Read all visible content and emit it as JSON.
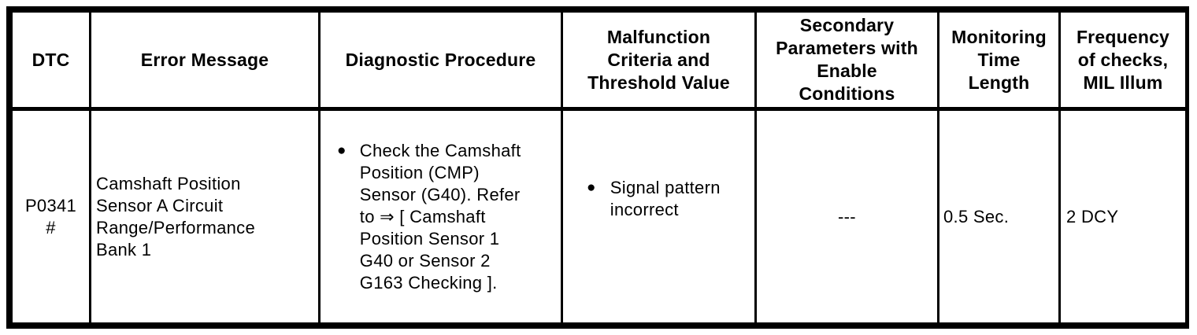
{
  "table": {
    "bullet_glyph": "●",
    "headers": [
      {
        "id": "dtc",
        "label": "DTC"
      },
      {
        "id": "error_message",
        "label": "Error Message"
      },
      {
        "id": "diagnostic_procedure",
        "label": "Diagnostic Procedure"
      },
      {
        "id": "malfunction_criteria",
        "label": "Malfunction\nCriteria and\nThreshold Value"
      },
      {
        "id": "secondary_parameters",
        "label": "Secondary\nParameters with\nEnable\nConditions"
      },
      {
        "id": "monitoring_time",
        "label": "Monitoring\nTime\nLength"
      },
      {
        "id": "frequency",
        "label": "Frequency\nof checks,\nMIL Illum"
      }
    ],
    "rows": [
      {
        "dtc": "P0341\n#",
        "error_message": "Camshaft Position\nSensor A Circuit\nRange/Performance\nBank 1",
        "diagnostic_procedure": "Check the Camshaft\nPosition (CMP)\nSensor (G40). Refer\nto ⇒ [ Camshaft\nPosition Sensor 1\nG40 or Sensor 2\nG163 Checking ].",
        "malfunction_criteria": "Signal pattern\nincorrect",
        "secondary_parameters": "---",
        "monitoring_time": "0.5 Sec.",
        "frequency": "2 DCY"
      }
    ]
  }
}
